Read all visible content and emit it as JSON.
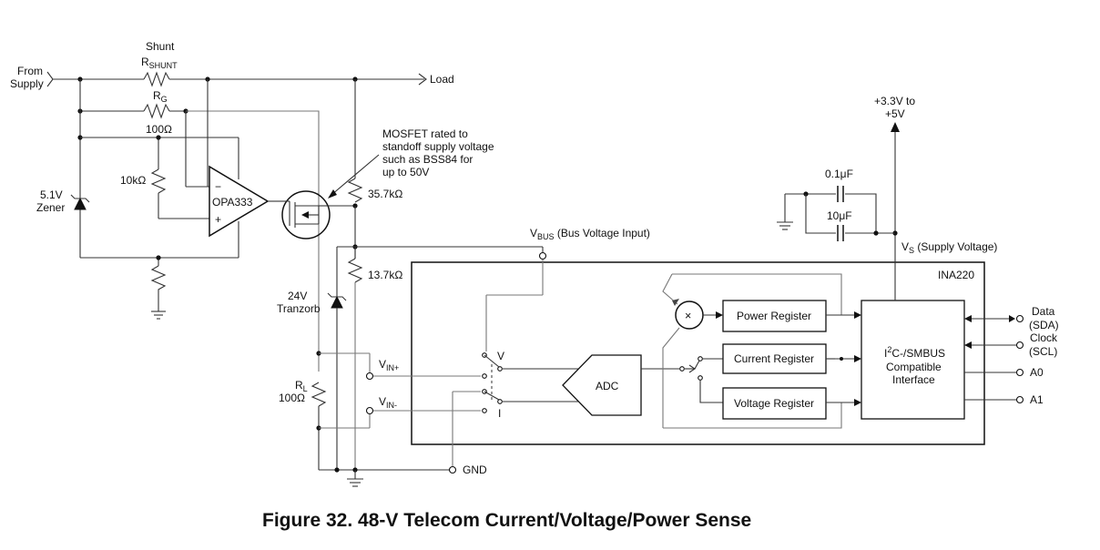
{
  "figure": {
    "caption": "Figure 32.  48-V Telecom Current/Voltage/Power Sense"
  },
  "labels": {
    "from_supply_1": "From",
    "from_supply_2": "Supply",
    "shunt": "Shunt",
    "rshunt_main": "R",
    "rshunt_sub": "SHUNT",
    "load": "Load",
    "rg_main": "R",
    "rg_sub": "G",
    "rg_value": "100Ω",
    "r10k": "10kΩ",
    "zener_1": "5.1V",
    "zener_2": "Zener",
    "opamp": "OPA333",
    "opamp_minus": "−",
    "opamp_plus": "+",
    "mosfet_1": "MOSFET rated to",
    "mosfet_2": "standoff supply voltage",
    "mosfet_3": "such as BSS84 for",
    "mosfet_4": "up to 50V",
    "r35": "35.7kΩ",
    "r13": "13.7kΩ",
    "tranzorb_1": "24V",
    "tranzorb_2": "Tranzorb",
    "rl_main": "R",
    "rl_sub": "L",
    "rl_value": "100Ω",
    "vbus_main": "V",
    "vbus_sub": "BUS",
    "vbus_desc": " (Bus Voltage Input)",
    "vin_plus_main": "V",
    "vin_plus_sub": "IN+",
    "vin_minus_main": "V",
    "vin_minus_sub": "IN-",
    "gnd": "GND",
    "switch_v": "V",
    "switch_i": "I",
    "adc": "ADC",
    "multiplier": "×",
    "power_register": "Power Register",
    "current_register": "Current Register",
    "voltage_register": "Voltage Register",
    "chip_name": "INA220",
    "iface_1a": "I",
    "iface_1b": "2",
    "iface_1c": "C-/SMBUS",
    "iface_2": "Compatible",
    "iface_3": "Interface",
    "supply_1": "+3.3V to",
    "supply_2": "+5V",
    "cap_small": "0.1μF",
    "cap_large": "10μF",
    "vs_main": "V",
    "vs_sub": "S",
    "vs_desc": " (Supply Voltage)",
    "data_1": "Data",
    "data_2": "(SDA)",
    "clock_1": "Clock",
    "clock_2": "(SCL)",
    "a0": "A0",
    "a1": "A1"
  }
}
